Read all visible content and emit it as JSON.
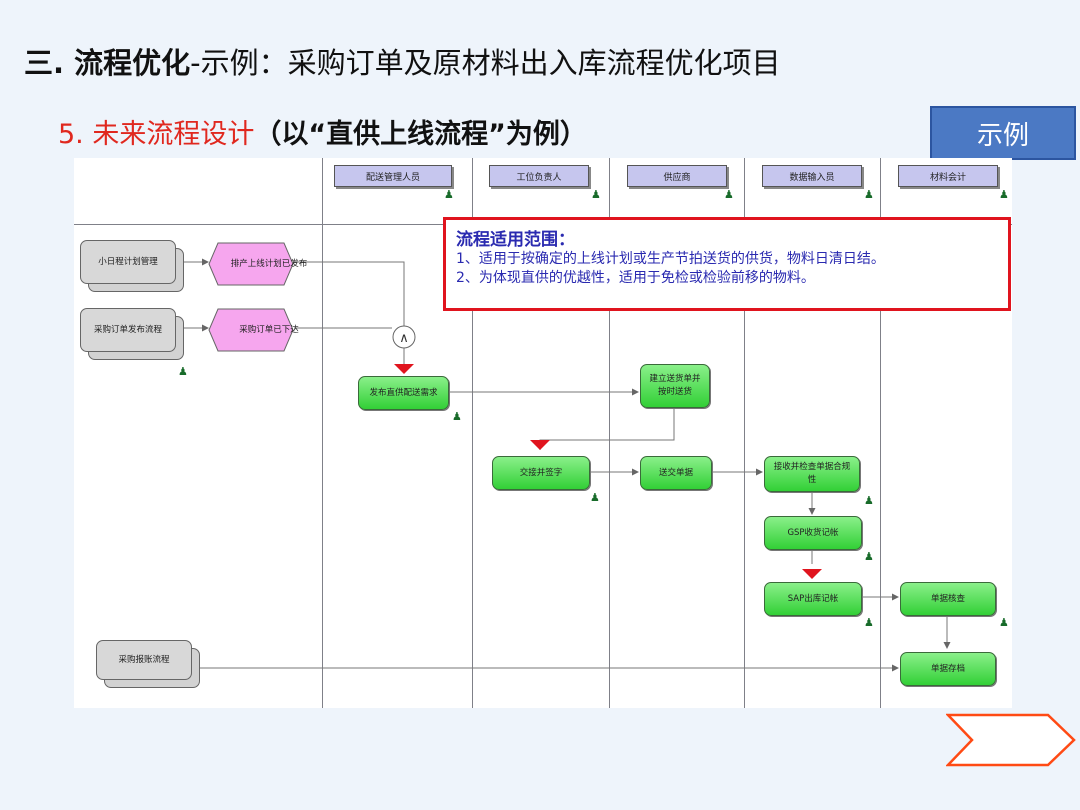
{
  "slide": {
    "title_bold": "三. 流程优化",
    "title_rest": "-示例：采购订单及原材料出入库流程优化项目",
    "subtitle_main": "5. 未来流程设计",
    "subtitle_paren": "（以“直供上线流程”为例）",
    "example_button": "示例"
  },
  "roles": [
    "配送管理人员",
    "工位负责人",
    "供应商",
    "数据输入员",
    "材料会计"
  ],
  "inputs": {
    "daily_plan": "小日程计划管理",
    "po_release": "采购订单发布流程",
    "invoice_flow": "采购报账流程"
  },
  "events": {
    "plan_released": "排产上线计划已发布",
    "po_issued": "采购订单已下达"
  },
  "tasks": {
    "issue_request": "发布直供配送需求",
    "create_delivery": "建立送货单并按时送货",
    "hand_over": "交接并签字",
    "send_docs": "送交单据",
    "receive_check": "接收并检查单据合规性",
    "gsp_receipt": "GSP收货记帐",
    "sap_issue": "SAP出库记帐",
    "doc_verify": "单据核查",
    "doc_archive": "单据存档"
  },
  "connector": "∧",
  "scope": {
    "heading": "流程适用范围：",
    "line1": "1、适用于按确定的上线计划或生产节拍送货的供货，物料日清日结。",
    "line2": "2、为体现直供的优越性，适用于免检或检验前移的物料。"
  },
  "colors": {
    "accent_red": "#e0281f",
    "task_green": "#32d036",
    "event_pink": "#f6a6ee",
    "role_lilac": "#c6c6ee",
    "button_blue": "#4b79c4",
    "next_arrow": "#ff4a14"
  }
}
